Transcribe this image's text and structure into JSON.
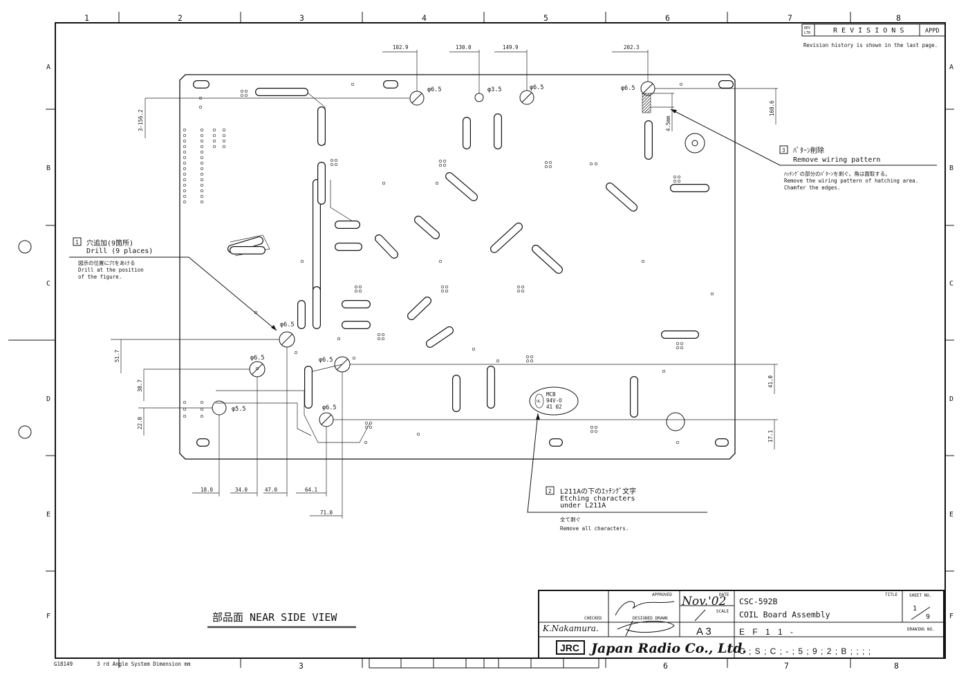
{
  "frame": {
    "columns": [
      "1",
      "2",
      "3",
      "4",
      "5",
      "6",
      "7",
      "8"
    ],
    "rows": [
      "A",
      "B",
      "C",
      "D",
      "E",
      "F"
    ],
    "bottom_columns": [
      "3",
      "6",
      "7",
      "8"
    ],
    "form_code": "G18149",
    "angle_system": "3 rd Angle System  Dimension mm"
  },
  "revisions": {
    "rev_ltr_1": "REV",
    "rev_ltr_2": "LTR",
    "header": "R E V I S I O N S",
    "appd": "APPD",
    "note": "Revision history is shown in the last page."
  },
  "dimensions": {
    "top": [
      "102.9",
      "130.0",
      "149.9",
      "202.3"
    ],
    "left": [
      "3-156.2",
      "51.7",
      "38.7",
      "22.0"
    ],
    "right": [
      "160.6",
      "4.5mm",
      "41.0",
      "17.1"
    ],
    "bottom": [
      "18.0",
      "34.0",
      "47.0",
      "64.1",
      "71.0"
    ]
  },
  "holes": [
    "φ6.5",
    "φ3.5",
    "φ6.5",
    "φ6.5",
    "φ6.5",
    "φ6.5",
    "φ6.5",
    "φ5.5",
    "φ6.5"
  ],
  "marking": {
    "line1": "MCB",
    "line2": "94V-O",
    "line3": "41 02",
    "logo": "UL"
  },
  "notes": [
    {
      "num": "1",
      "title_jp": "穴追加(9箇所)",
      "title_en": "Drill (9 places)",
      "detail_jp": "図示の位置に穴をあける",
      "detail_en_1": "Drill at the position",
      "detail_en_2": "of the figure."
    },
    {
      "num": "2",
      "title_jp": "L211Aの下のｴｯﾁﾝｸﾞ文字",
      "title_en_1": "Etching characters",
      "title_en_2": "under L211A",
      "detail_jp": "全て剥ぐ",
      "detail_en_1": "Remove all characters."
    },
    {
      "num": "3",
      "title_jp": "ﾊﾟﾀｰﾝ削除",
      "title_en": "Remove wiring pattern",
      "detail_jp": "ﾊｯﾁﾝｸﾞの部分のﾊﾟﾀｰﾝを剥ぐ。角は面取する。",
      "detail_en_1": "Remove the wiring pattern of hatching area.",
      "detail_en_2": "Chamfer the edges."
    }
  ],
  "view_title": "部品面  NEAR SIDE VIEW",
  "title_block": {
    "approved_label": "APPROVED",
    "date_label": "DATE",
    "date_value": "Nov.'02",
    "scale_label": "SCALE",
    "checked_label": "CHECKED",
    "checked_signature": "K.Nakamura.",
    "designed_label": "DESIGNED DRAWN",
    "size": "A 3",
    "title_label": "TITLE",
    "title_line1": "CSC-592B",
    "title_line2": "COIL Board Assembly",
    "sheet_label": "SHEET NO.",
    "sheet_num": "1",
    "sheet_total": "9",
    "drawing_no_label": "DRAWING NO.",
    "drawing_no_top": "E F 1 1 -",
    "drawing_no_bottom": "C ; S ; C ; - ; 5 ; 9 ; 2 ; B ;   ;   ;   ;",
    "company_logo": "JRC",
    "company_name": "Japan Radio Co., Ltd."
  }
}
